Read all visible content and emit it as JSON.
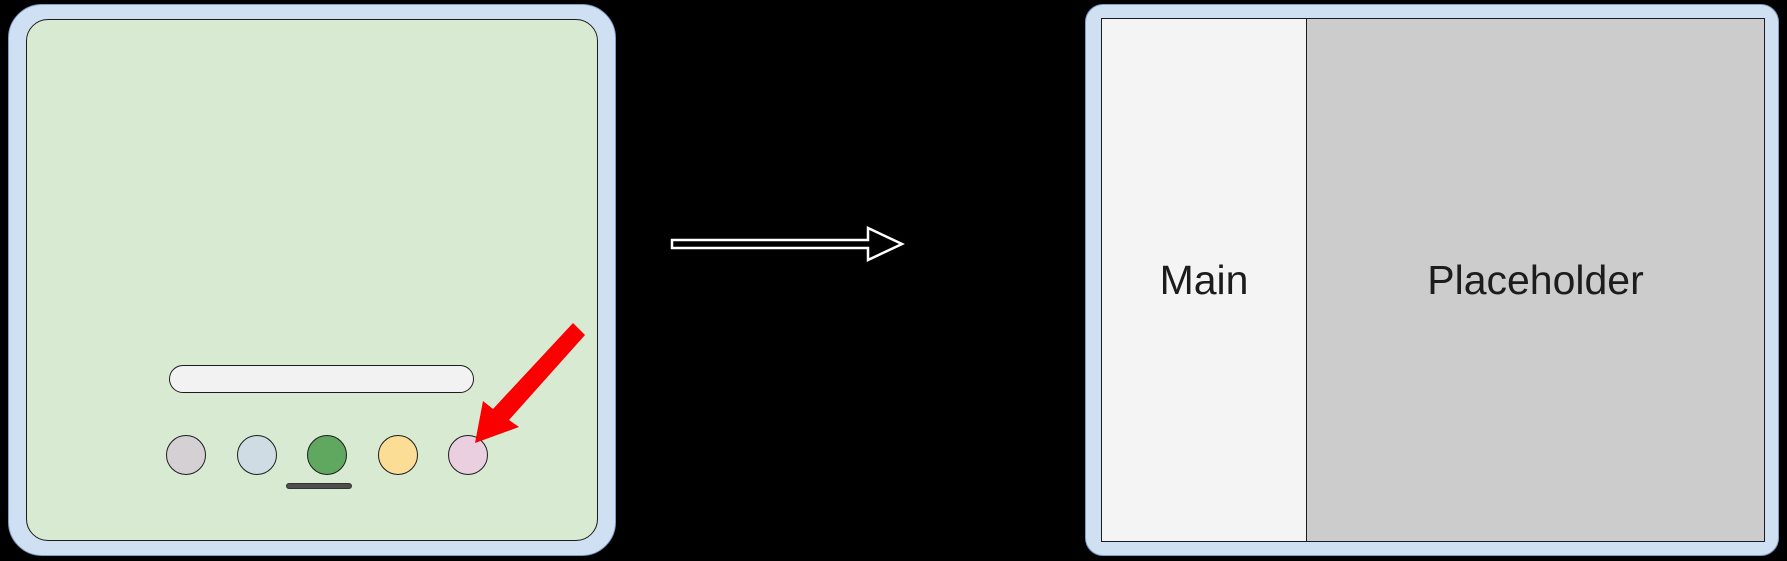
{
  "scene": {
    "background_color": "#000000",
    "description": "Tablet home screen transitions to a split view layout"
  },
  "left_device": {
    "frame_color": "#cfe0f3",
    "screen_color": "#d9ead3",
    "search_bar": {
      "label": "",
      "placeholder": "",
      "fill_color": "#f2f2f2"
    },
    "dock": {
      "items": [
        {
          "name": "app-icon-gray",
          "color": "#d4d0d4",
          "label": ""
        },
        {
          "name": "app-icon-blue",
          "color": "#cfdce4",
          "label": ""
        },
        {
          "name": "app-icon-green",
          "color": "#60a860",
          "label": ""
        },
        {
          "name": "app-icon-yellow",
          "color": "#fcdd95",
          "label": ""
        },
        {
          "name": "app-icon-pink",
          "color": "#e9cfe0",
          "label": ""
        }
      ]
    },
    "home_indicator": {
      "color": "#4d4d4d"
    },
    "annotation_arrow": {
      "color": "#fa0000",
      "points_to": "app-icon-pink",
      "direction": "down-left"
    }
  },
  "transition": {
    "arrow": {
      "color": "#ffffff",
      "direction": "right",
      "label": ""
    }
  },
  "right_device": {
    "frame_color": "#cfe0f3",
    "panes": [
      {
        "name": "main-pane",
        "label": "Main",
        "color": "#f4f4f4"
      },
      {
        "name": "placeholder-pane",
        "label": "Placeholder",
        "color": "#cccccc"
      }
    ]
  }
}
